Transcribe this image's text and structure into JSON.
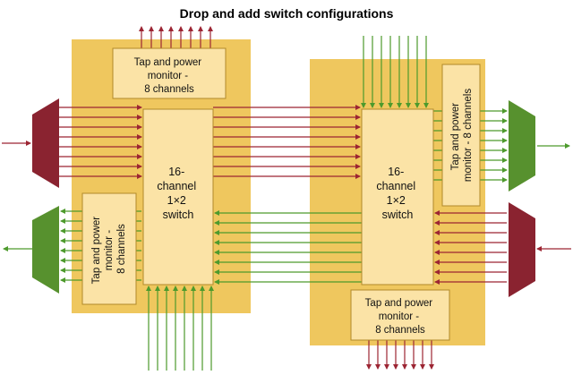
{
  "title": "Drop and add switch configurations",
  "left_config": {
    "tap_top": [
      "Tap and power",
      "monitor -",
      "8 channels"
    ],
    "tap_side": [
      "Tap and power",
      "monitor -",
      "8 channels"
    ],
    "switch": [
      "16-",
      "channel",
      "1×2",
      "switch"
    ]
  },
  "right_config": {
    "tap_side": [
      "Tap and power",
      "monitor - 8 channels"
    ],
    "tap_bottom": [
      "Tap and power",
      "monitor -",
      "8 channels"
    ],
    "switch": [
      "16-",
      "channel",
      "1×2",
      "switch"
    ]
  },
  "colors": {
    "panel": "#efc75e",
    "box": "#fbe3a6",
    "red_fiber": "#9c2533",
    "green_fiber": "#4d9a2c",
    "demux_red": "#8a2330",
    "mux_green": "#57912e"
  }
}
